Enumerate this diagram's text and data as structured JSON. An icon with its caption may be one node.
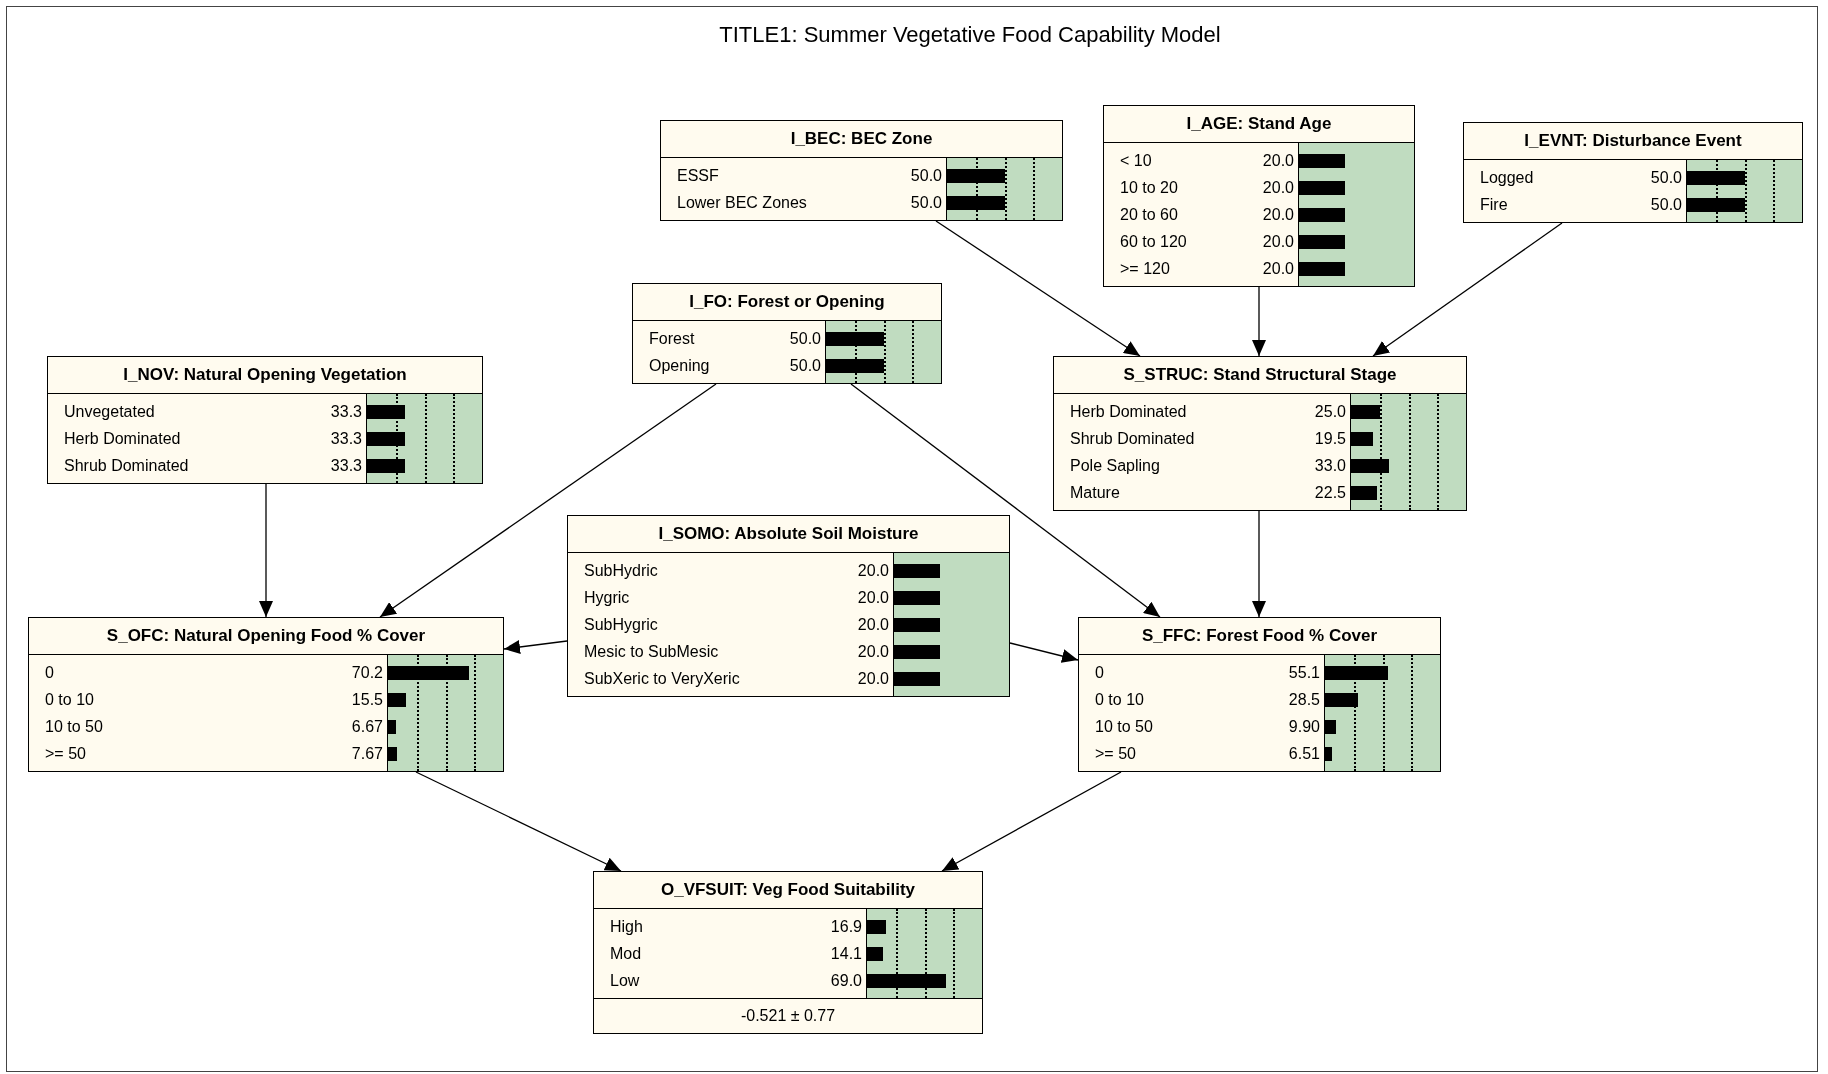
{
  "diagram": {
    "title": "TITLE1: Summer Vegetative Food Capability Model",
    "nodes": [
      {
        "text": [
          "I_BEC: BEC Zone",
          "ESSF",
          "50.0",
          "Lower BEC Zones",
          "50.0"
        ]
      },
      {
        "text": [
          "I_AGE: Stand Age",
          "< 10",
          "20.0",
          "10 to 20",
          "20.0",
          "20 to 60",
          "20.0",
          "60 to 120",
          "20.0",
          ">= 120",
          "20.0"
        ]
      },
      {
        "text": [
          "I_EVNT: Disturbance Event",
          "Logged",
          "50.0",
          "Fire",
          "50.0"
        ]
      },
      {
        "text": [
          "I_FO: Forest or Opening",
          "Forest",
          "50.0",
          "Opening",
          "50.0"
        ]
      },
      {
        "text": [
          "I_NOV: Natural Opening Vegetation",
          "Unvegetated",
          "33.3",
          "Herb Dominated",
          "33.3",
          "Shrub Dominated",
          "33.3"
        ]
      },
      {
        "text": [
          "S_STRUC: Stand Structural Stage",
          "Herb Dominated",
          "25.0",
          "Shrub Dominated",
          "19.5",
          "Pole Sapling",
          "33.0",
          "Mature",
          "22.5"
        ]
      },
      {
        "text": [
          "I_SOMO: Absolute Soil Moisture",
          "SubHydric",
          "20.0",
          "Hygric",
          "20.0",
          "SubHygric",
          "20.0",
          "Mesic to SubMesic",
          "20.0",
          "SubXeric to VeryXeric",
          "20.0"
        ]
      },
      {
        "text": [
          "S_OFC: Natural Opening Food % Cover",
          "0",
          "70.2",
          "0 to 10",
          "15.5",
          "10 to 50",
          "6.67",
          ">= 50",
          "7.67"
        ]
      },
      {
        "text": [
          "S_FFC: Forest Food % Cover",
          "0",
          "55.1",
          "0 to 10",
          "28.5",
          "10 to 50",
          "9.90",
          ">= 50",
          "6.51"
        ]
      },
      {
        "text": [
          "O_VFSUIT: Veg Food Suitability",
          "High",
          "16.9",
          "Mod",
          "14.1",
          "Low",
          "69.0",
          "-0.521 ± 0.77"
        ]
      }
    ],
    "edges": [
      {
        "from": 0,
        "to": 5,
        "arrow": "to"
      },
      {
        "from": 1,
        "to": 5,
        "arrow": "to"
      },
      {
        "from": 2,
        "to": 5,
        "arrow": "to"
      },
      {
        "from": 3,
        "to": 7,
        "arrow": "to"
      },
      {
        "from": 3,
        "to": 8,
        "arrow": "to"
      },
      {
        "from": 4,
        "to": 7,
        "arrow": "to"
      },
      {
        "from": 5,
        "to": 8,
        "arrow": "to"
      },
      {
        "from": 6,
        "to": 7,
        "arrow": "to"
      },
      {
        "from": 6,
        "to": 8,
        "arrow": "to"
      },
      {
        "from": 7,
        "to": 9,
        "arrow": "to"
      },
      {
        "from": 8,
        "to": 9,
        "arrow": "to"
      }
    ]
  }
}
